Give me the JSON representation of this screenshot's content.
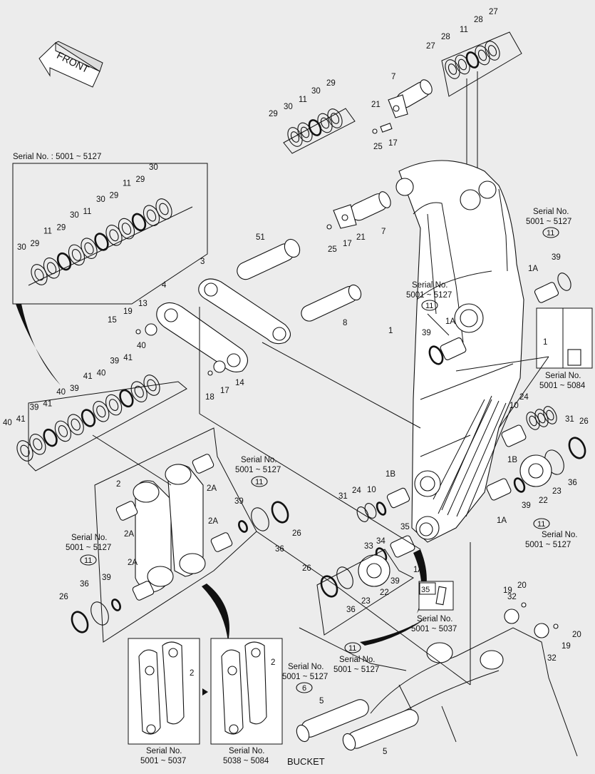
{
  "front_label": "FRONT",
  "bucket_label": "BUCKET",
  "serial_boxes": {
    "upper_left": "Serial No. : 5001 ~ 5127",
    "right_top_a": "Serial No.",
    "right_top_b": "5001 ~ 5127",
    "boom_mid_a": "Serial No.",
    "boom_mid_b": "5001 ~ 5127",
    "boom_right_a": "Serial No.",
    "boom_right_b": "5001 ~ 5084",
    "link_left_a": "Serial No.",
    "link_left_b": "5001 ~ 5127",
    "link_center_a": "Serial No.",
    "link_center_b": "5001 ~ 5127",
    "right_bottom_a": "Serial No.",
    "right_bottom_b": "5001 ~ 5127",
    "center_bottom_a": "Serial No.",
    "center_bottom_b": "5001 ~ 5127",
    "item35_a": "Serial No.",
    "item35_b": "5001 ~ 5037",
    "pin5_a": "Serial No.",
    "pin5_b": "5001 ~ 5127",
    "inset_left_a": "Serial No.",
    "inset_left_b": "5001 ~ 5037",
    "inset_right_a": "Serial No.",
    "inset_right_b": "5038 ~ 5084"
  },
  "callouts": [
    "1",
    "1A",
    "1B",
    "2",
    "2A",
    "3",
    "4",
    "5",
    "6",
    "7",
    "8",
    "10",
    "11",
    "13",
    "14",
    "15",
    "17",
    "18",
    "19",
    "20",
    "21",
    "22",
    "23",
    "24",
    "25",
    "26",
    "27",
    "28",
    "29",
    "30",
    "31",
    "32",
    "33",
    "34",
    "35",
    "36",
    "39",
    "40",
    "41",
    "51"
  ],
  "labels": {
    "l7a": "7",
    "l21a": "21",
    "l17a": "17",
    "l25a": "25",
    "l7b": "7",
    "l21b": "21",
    "l17b": "17",
    "l25b": "25",
    "l27a": "27",
    "l28a": "28",
    "l11a": "11",
    "l28b": "28",
    "l27b": "27",
    "l29a": "29",
    "l30a": "30",
    "l11b": "11",
    "l30b": "30",
    "l29b": "29",
    "l51": "51",
    "l3": "3",
    "l8": "8",
    "l4": "4",
    "l13": "13",
    "l19a": "19",
    "l15": "15",
    "l14": "14",
    "l17c": "17",
    "l18": "18",
    "l1": "1",
    "l1b": "1",
    "l1A_a": "1A",
    "l1A_b": "1A",
    "l1A_c": "1A",
    "l1A_d": "1A",
    "l39a": "39",
    "l39b": "39",
    "l39c": "39",
    "l39d": "39",
    "l39e": "39",
    "l39f": "39",
    "l11c": "11",
    "l11d": "11",
    "l11e": "11",
    "l11f": "11",
    "l11g": "11",
    "l11h": "11",
    "l11i": "11",
    "l24a": "24",
    "l10a": "10",
    "l31a": "31",
    "l26a": "26",
    "l1B_a": "1B",
    "l36a": "36",
    "l23a": "23",
    "l22a": "22",
    "l31b": "31",
    "l24b": "24",
    "l10b": "10",
    "l1B_b": "1B",
    "l35": "35",
    "l34": "34",
    "l33": "33",
    "l26b": "26",
    "l36b": "36",
    "l23b": "23",
    "l22b": "22",
    "l2": "2",
    "l2A_a": "2A",
    "l2A_b": "2A",
    "l2A_c": "2A",
    "l2A_d": "2A",
    "l26c": "26",
    "l36c": "36",
    "l26d": "26",
    "l36d": "36",
    "l32a": "32",
    "l19b": "19",
    "l20a": "20",
    "l32b": "32",
    "l19c": "19",
    "l20b": "20",
    "l5a": "5",
    "l5b": "5",
    "l6": "6",
    "l35b": "35",
    "l2i": "2",
    "l2j": "2",
    "s_29": "29",
    "s_30": "30",
    "s_11": "11",
    "s_40": "40",
    "s_41": "41",
    "s_39": "39"
  },
  "upper_left_stack": [
    "30",
    "29",
    "11",
    "29",
    "30",
    "11",
    "30",
    "29",
    "11",
    "29",
    "30"
  ],
  "lower_left_stack": [
    "40",
    "41",
    "39",
    "41",
    "40",
    "39",
    "41",
    "40",
    "39",
    "41",
    "40"
  ]
}
